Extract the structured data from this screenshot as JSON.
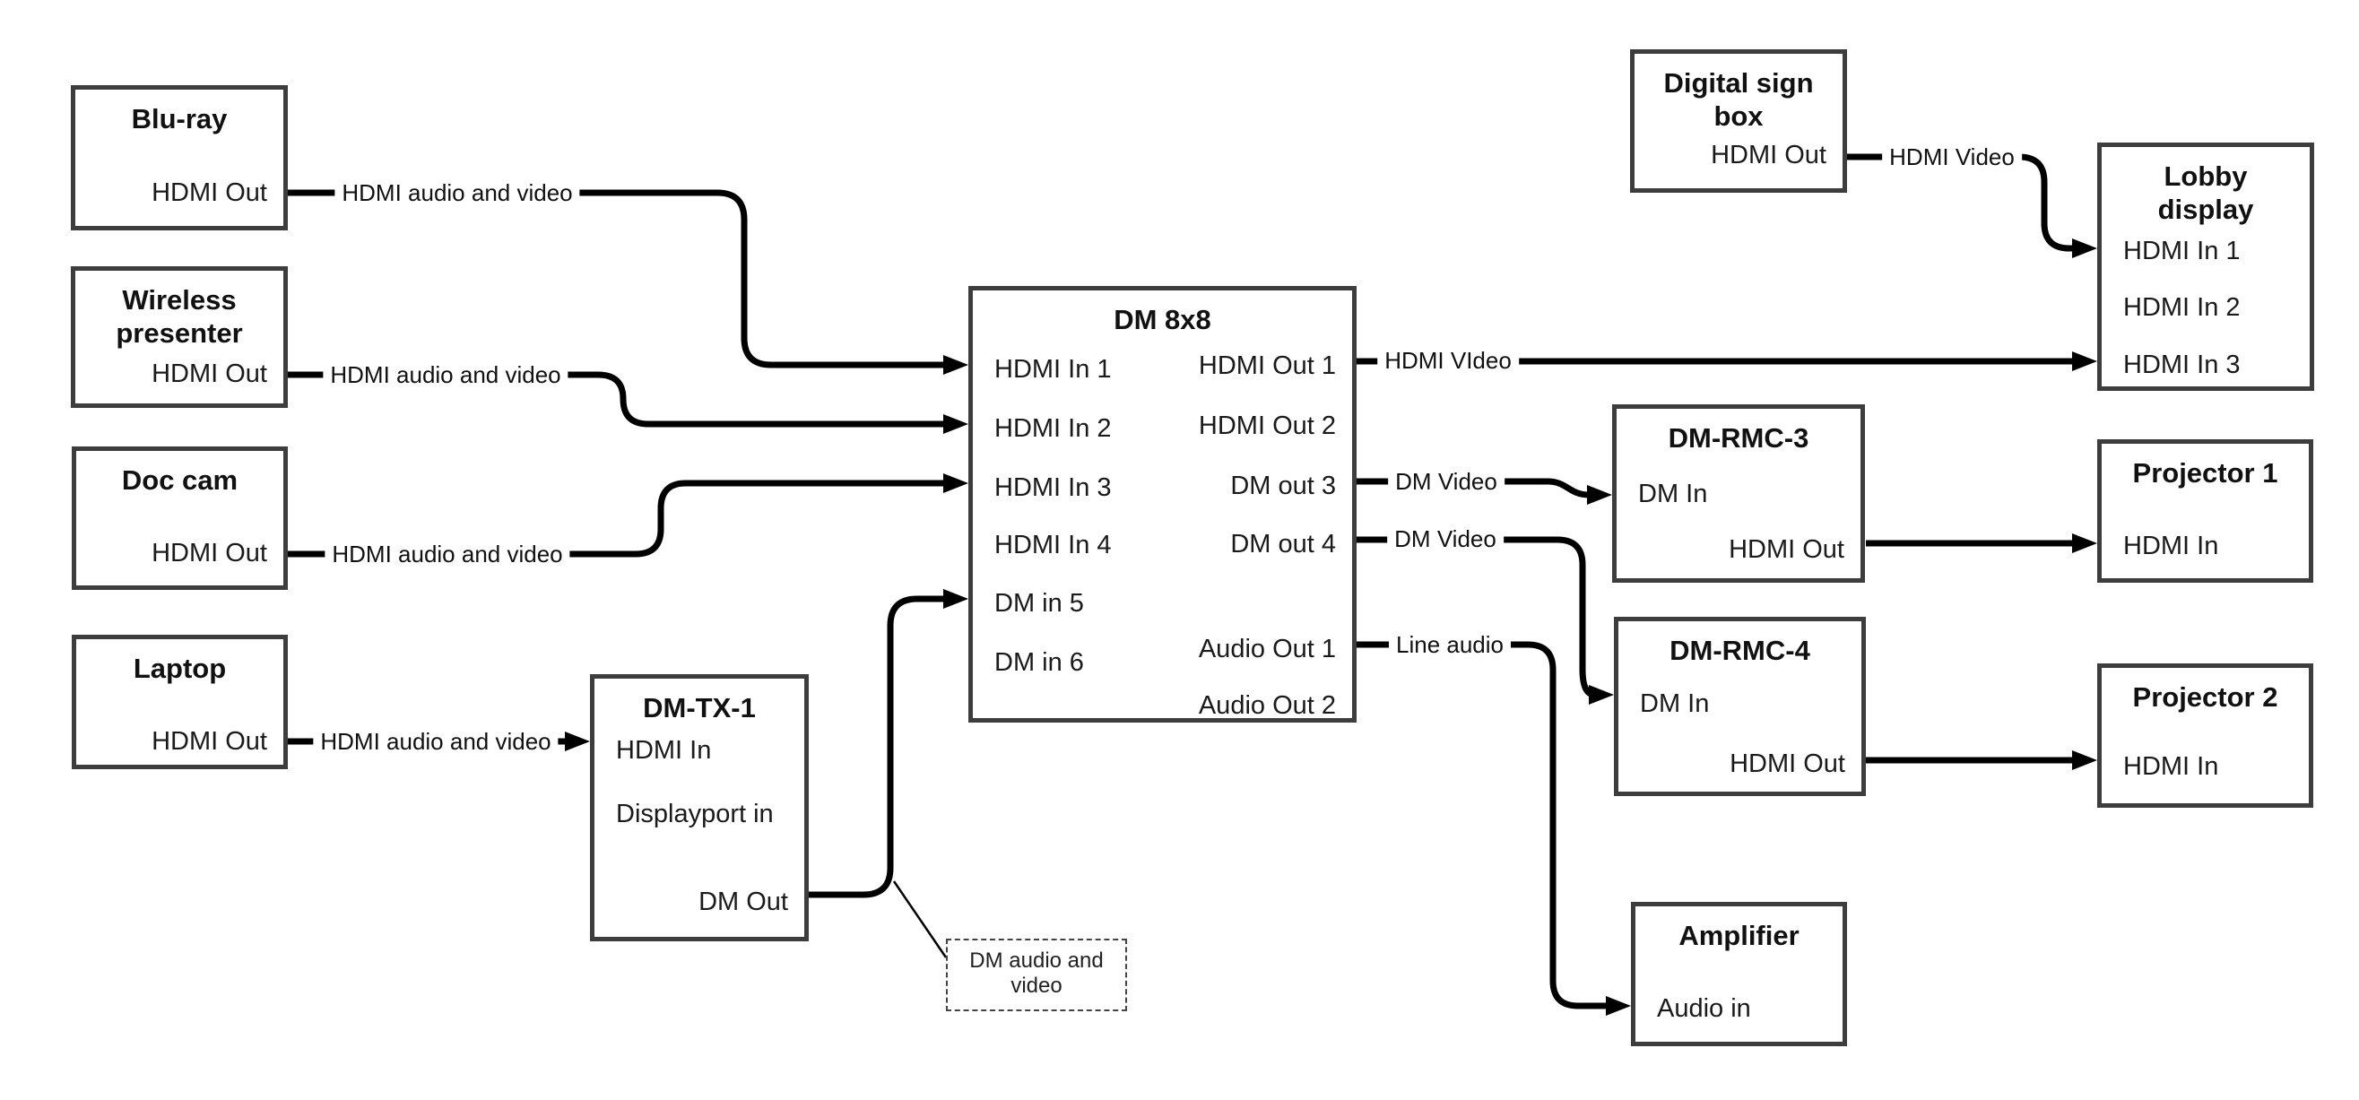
{
  "nodes": {
    "blu_ray": {
      "title": "Blu-ray",
      "hdmi_out": "HDMI Out"
    },
    "wireless_presenter": {
      "title": "Wireless presenter",
      "hdmi_out": "HDMI Out"
    },
    "doc_cam": {
      "title": "Doc cam",
      "hdmi_out": "HDMI Out"
    },
    "laptop": {
      "title": "Laptop",
      "hdmi_out": "HDMI Out"
    },
    "dm_tx_1": {
      "title": "DM-TX-1",
      "hdmi_in": "HDMI In",
      "displayport_in": "Displayport in",
      "dm_out": "DM Out"
    },
    "dm_8x8": {
      "title": "DM 8x8",
      "hdmi_in_1": "HDMI In 1",
      "hdmi_in_2": "HDMI In 2",
      "hdmi_in_3": "HDMI In 3",
      "hdmi_in_4": "HDMI In 4",
      "dm_in_5": "DM in 5",
      "dm_in_6": "DM in 6",
      "hdmi_out_1": "HDMI Out 1",
      "hdmi_out_2": "HDMI Out 2",
      "dm_out_3": "DM out 3",
      "dm_out_4": "DM out 4",
      "audio_out_1": "Audio Out 1",
      "audio_out_2": "Audio Out 2"
    },
    "digital_sign_box": {
      "title": "Digital sign box",
      "hdmi_out": "HDMI Out"
    },
    "lobby_display": {
      "title": "Lobby display",
      "hdmi_in_1": "HDMI In 1",
      "hdmi_in_2": "HDMI In 2",
      "hdmi_in_3": "HDMI In 3"
    },
    "dm_rmc_3": {
      "title": "DM-RMC-3",
      "dm_in": "DM In",
      "hdmi_out": "HDMI Out"
    },
    "projector_1": {
      "title": "Projector 1",
      "hdmi_in": "HDMI In"
    },
    "dm_rmc_4": {
      "title": "DM-RMC-4",
      "dm_in": "DM In",
      "hdmi_out": "HDMI Out"
    },
    "projector_2": {
      "title": "Projector 2",
      "hdmi_in": "HDMI In"
    },
    "amplifier": {
      "title": "Amplifier",
      "audio_in": "Audio in"
    }
  },
  "edge_labels": {
    "blu_ray_to_dm8x8": "HDMI audio and video",
    "wireless_to_dm8x8": "HDMI audio and video",
    "doc_cam_to_dm8x8": "HDMI audio and video",
    "laptop_to_dmtx1": "HDMI audio and video",
    "dm8x8_to_lobby": "HDMI VIdeo",
    "dm8x8_to_rmc3": "DM Video",
    "dm8x8_to_rmc4": "DM Video",
    "dm8x8_to_amplifier": "Line audio",
    "sign_to_lobby": "HDMI Video"
  },
  "note": {
    "text": "DM audio and video"
  },
  "colors": {
    "line": "#000000",
    "box_border": "#3d3d3d",
    "background": "#ffffff",
    "text": "#1a1a1a"
  }
}
